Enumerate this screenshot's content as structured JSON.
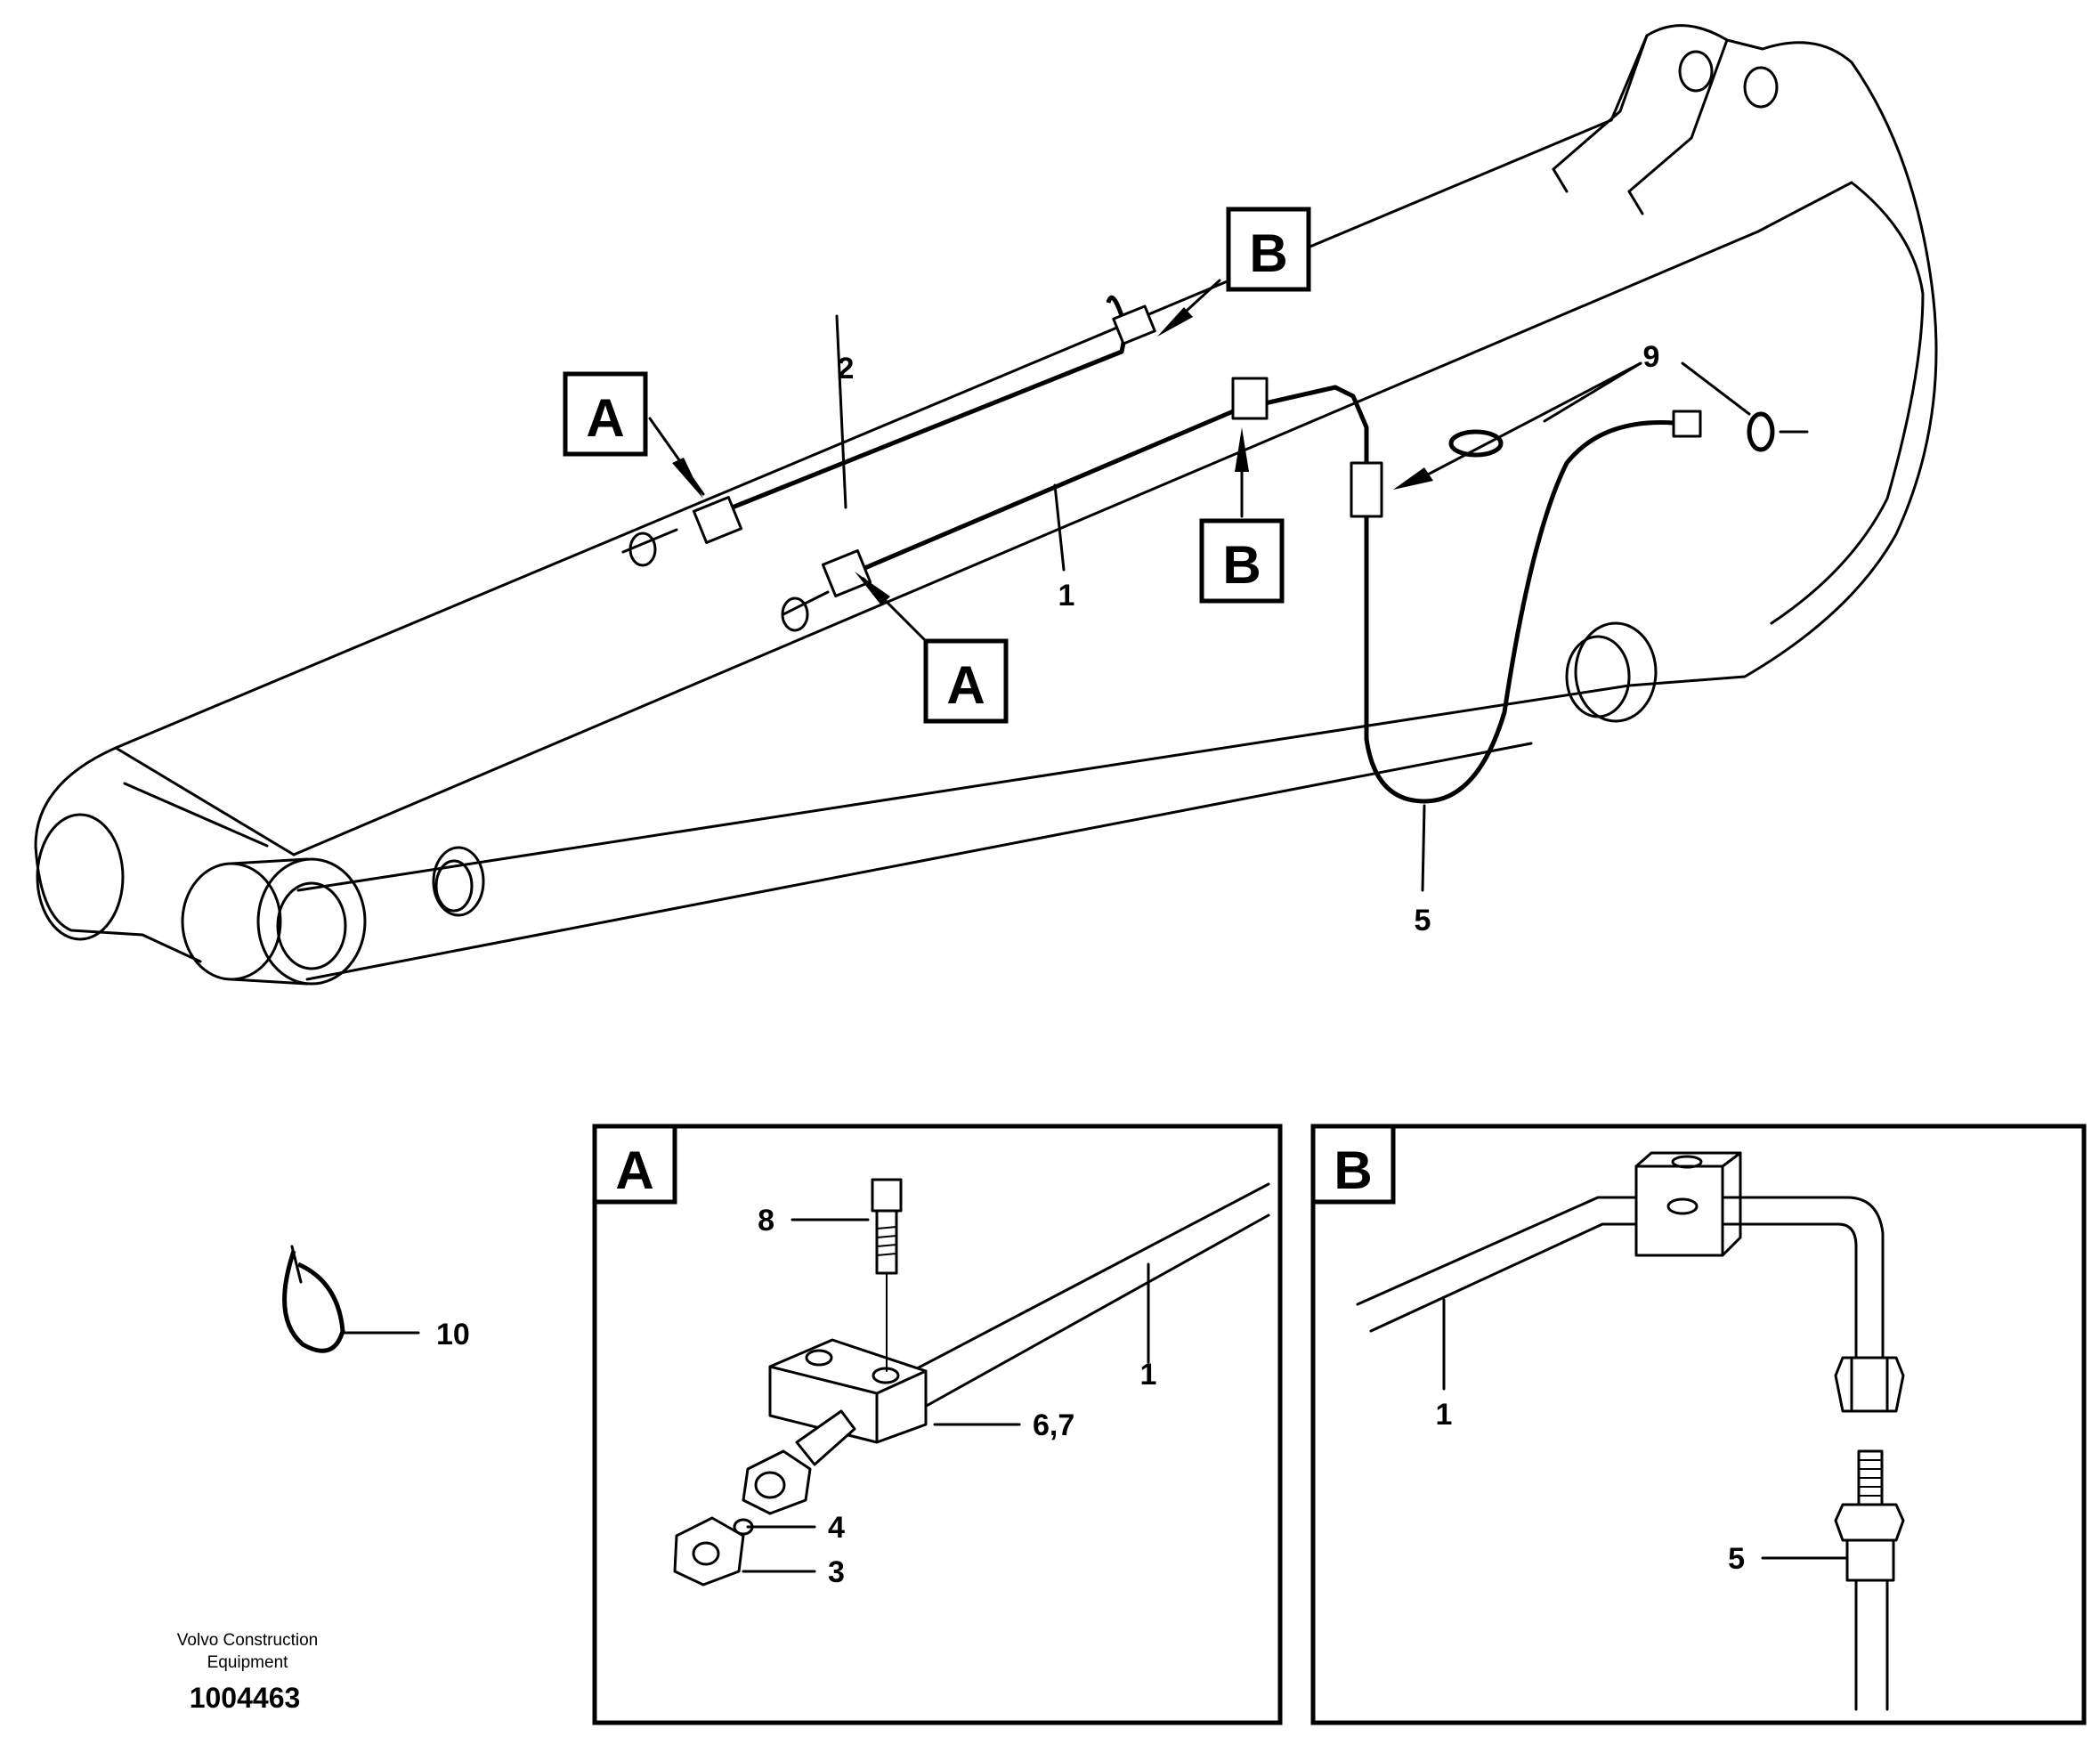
{
  "callouts": {
    "a_upper": "A",
    "a_lower": "A",
    "b_upper": "B",
    "b_lower": "B"
  },
  "main_view": {
    "part_1": "1",
    "part_2": "2",
    "part_5": "5",
    "part_9": "9"
  },
  "cable_tie": {
    "part_10": "10"
  },
  "detail_a": {
    "title": "A",
    "part_8": "8",
    "part_1": "1",
    "part_6_7": "6,7",
    "part_4": "4",
    "part_3": "3"
  },
  "detail_b": {
    "title": "B",
    "part_1": "1",
    "part_5": "5"
  },
  "footer": {
    "company_line1": "Volvo Construction",
    "company_line2": "Equipment",
    "drawing_number": "1004463"
  }
}
